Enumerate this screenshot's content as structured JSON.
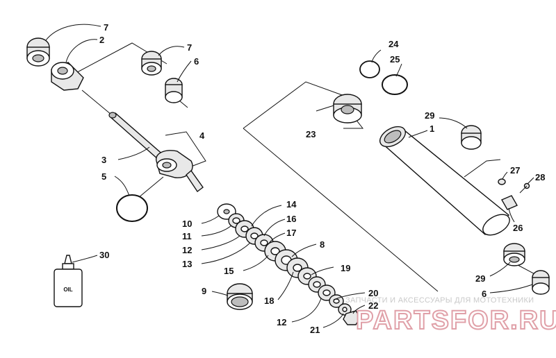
{
  "labels": {
    "l1": "1",
    "l2": "2",
    "l3": "3",
    "l4": "4",
    "l5": "5",
    "l6a": "6",
    "l6b": "6",
    "l7a": "7",
    "l7b": "7",
    "l8": "8",
    "l9": "9",
    "l10": "10",
    "l11": "11",
    "l12a": "12",
    "l12b": "12",
    "l13": "13",
    "l14": "14",
    "l15": "15",
    "l16": "16",
    "l17": "17",
    "l18": "18",
    "l19": "19",
    "l20": "20",
    "l21": "21",
    "l22": "22",
    "l23": "23",
    "l24": "24",
    "l25": "25",
    "l26": "26",
    "l27": "27",
    "l28": "28",
    "l29a": "29",
    "l29b": "29",
    "l30": "30"
  },
  "oil_bottle": {
    "text": "OIL"
  },
  "watermark": {
    "caption": "ЗАПЧАСТИ И АКСЕССУАРЫ ДЛЯ МОТОТЕХНИКИ",
    "logo": "PARTSFOR.RU"
  }
}
